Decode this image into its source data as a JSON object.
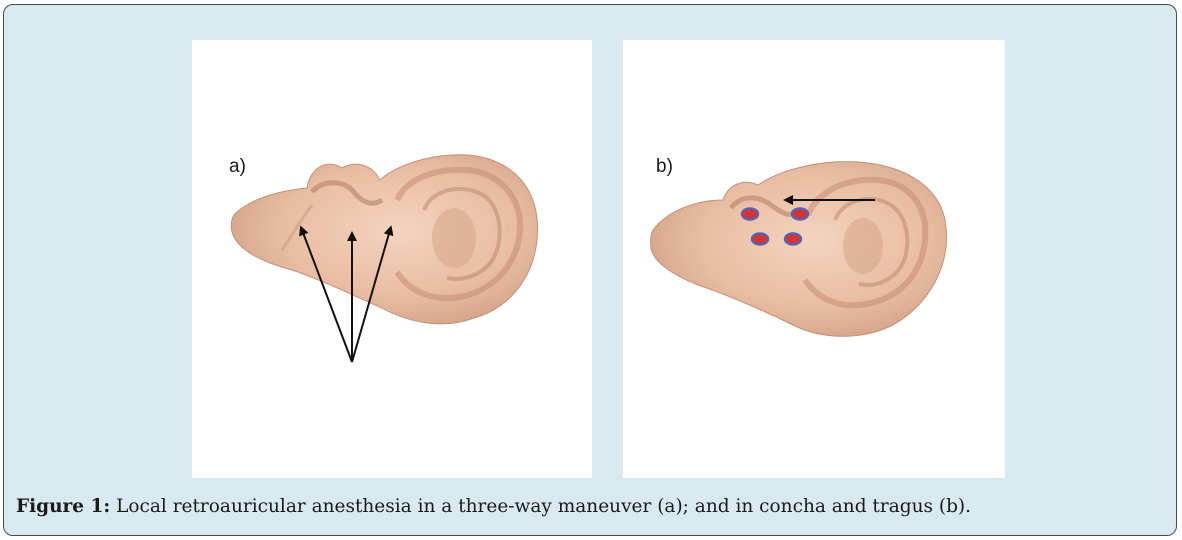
{
  "figure": {
    "panel_a": {
      "label": "a)"
    },
    "panel_b": {
      "label": "b)"
    },
    "caption": {
      "label": "Figure 1:",
      "text": " Local retroauricular anesthesia in a three-way maneuver (a); and in concha and tragus (b)."
    },
    "colors": {
      "background": "#d8eaf0",
      "skin": "#edc6ad",
      "arrow": "#111111",
      "injection_point_fill": "#d8322e",
      "injection_point_ring": "#5a5fb0"
    }
  }
}
